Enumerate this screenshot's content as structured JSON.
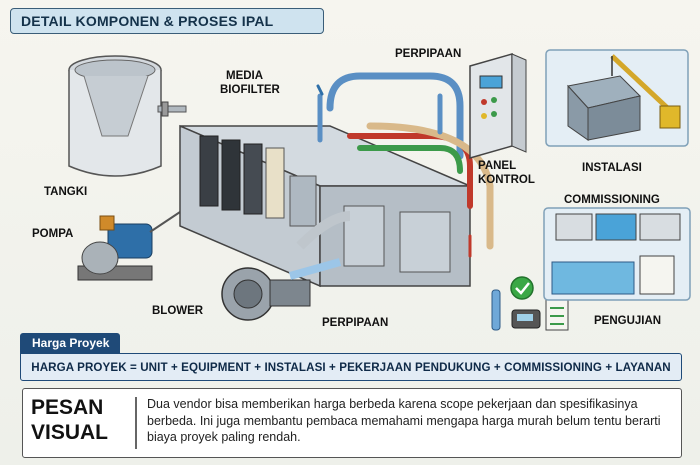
{
  "header": {
    "title": "DETAIL KOMPONEN & PROSES IPAL"
  },
  "labels": {
    "tangki": "TANGKI",
    "pompa": "POMPA",
    "blower": "BLOWER",
    "media": "MEDIA",
    "biofilter": "BIOFILTER",
    "perpipaan_top": "PERPIPAAN",
    "perpipaan_bottom": "PERPIPAAN",
    "panel": "PANEL",
    "kontrol": "KONTROL",
    "instalasi": "INSTALASI",
    "commissioning": "COMMISSIONING",
    "pengujian": "PENGUJIAN"
  },
  "price": {
    "heading": "Harga Proyek",
    "formula": "HARGA PROYEK = UNIT + EQUIPMENT + INSTALASI + PEKERJAAN PENDUKUNG + COMMISSIONING + LAYANAN"
  },
  "message": {
    "title_line1": "PESAN",
    "title_line2": "VISUAL",
    "text": "Dua vendor bisa memberikan harga berbeda karena scope pekerjaan dan spesifikasinya berbeda. Ini juga membantu pembaca memahami mengapa harga murah belum tentu berarti biaya proyek paling rendah."
  },
  "colors": {
    "accent": "#1f4a78",
    "header_bg": "#cfe3ef",
    "pipe_blue": "#5a8fc4",
    "pipe_red": "#c0392b",
    "pipe_green": "#3c9a4a",
    "pipe_tan": "#d9b98a",
    "check_green": "#3aa845"
  }
}
